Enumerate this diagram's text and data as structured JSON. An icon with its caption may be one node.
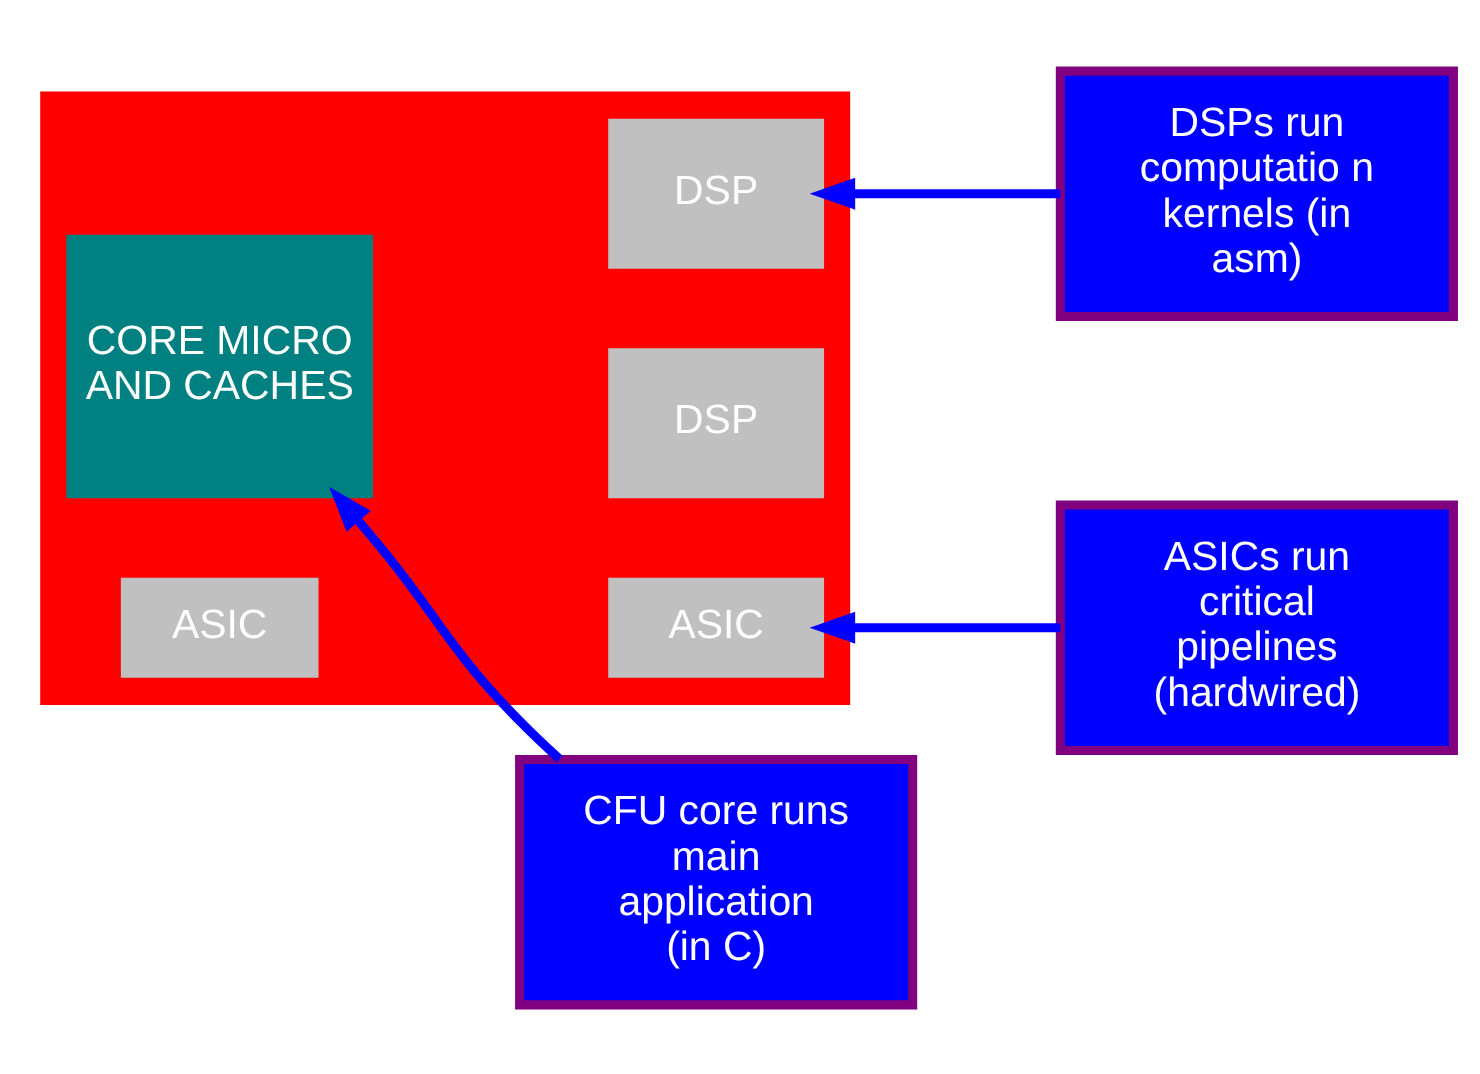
{
  "diagram": {
    "nodes": [
      {
        "text": [],
        "shape": "box"
      },
      {
        "text": [
          "CORE MICRO AND CACHES"
        ],
        "in": 0
      },
      {
        "text": [
          "DSP"
        ],
        "in": 0
      },
      {
        "text": [
          "DSP"
        ],
        "in": 0
      },
      {
        "text": [
          "ASIC"
        ],
        "in": 0
      },
      {
        "text": [
          "ASIC"
        ],
        "in": 0
      },
      {
        "text": [
          "DSPs run computatio n kernels (in asm)"
        ]
      },
      {
        "text": [
          "ASICs run critical pipelines (hardwired)"
        ]
      },
      {
        "text": [
          "CFU core runs main application (in C)"
        ]
      }
    ],
    "edges": [
      {
        "from": 6,
        "to": 2,
        "arrow": "to"
      },
      {
        "from": 7,
        "to": 5,
        "arrow": "to"
      },
      {
        "from": 8,
        "to": 1,
        "arrow": "to"
      }
    ]
  }
}
